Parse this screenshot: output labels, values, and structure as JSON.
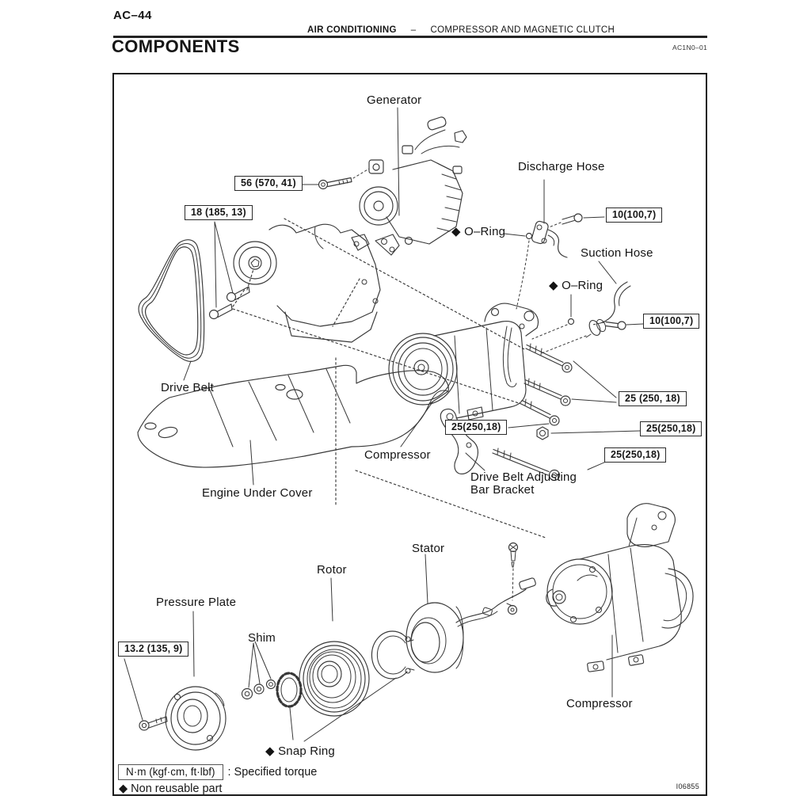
{
  "page": {
    "page_number": "AC–44",
    "header_section": "AIR CONDITIONING",
    "header_dash": "–",
    "header_topic": "COMPRESSOR AND MAGNETIC CLUTCH",
    "doc_code": "AC1N0–01",
    "title": "COMPONENTS",
    "figure_code": "I06855",
    "ink_color": "#1a1a1a",
    "paper_color": "#ffffff"
  },
  "labels": [
    {
      "id": "generator",
      "text": "Generator"
    },
    {
      "id": "discharge-hose",
      "text": "Discharge Hose"
    },
    {
      "id": "o-ring-1",
      "text": "◆ O–Ring"
    },
    {
      "id": "suction-hose",
      "text": "Suction Hose"
    },
    {
      "id": "o-ring-2",
      "text": "◆ O–Ring"
    },
    {
      "id": "drive-belt",
      "text": "Drive Belt"
    },
    {
      "id": "compressor-top",
      "text": "Compressor"
    },
    {
      "id": "engine-under-cover",
      "text": "Engine Under Cover"
    },
    {
      "id": "adjusting-bar-bracket",
      "text": "Drive Belt Adjusting\nBar Bracket"
    },
    {
      "id": "stator",
      "text": "Stator"
    },
    {
      "id": "rotor",
      "text": "Rotor"
    },
    {
      "id": "pressure-plate",
      "text": "Pressure Plate"
    },
    {
      "id": "shim",
      "text": "Shim"
    },
    {
      "id": "snap-ring",
      "text": "◆ Snap Ring"
    },
    {
      "id": "compressor-bottom",
      "text": "Compressor"
    }
  ],
  "torque_boxes": [
    {
      "id": "generator-bolt",
      "text": "56 (570, 41)"
    },
    {
      "id": "idler-pulley-bolts",
      "text": "18 (185, 13)"
    },
    {
      "id": "discharge-hose-bolt",
      "text": "10(100,7)"
    },
    {
      "id": "suction-hose-bolt",
      "text": "10(100,7)"
    },
    {
      "id": "compressor-bolts-upper",
      "text": "25 (250, 18)"
    },
    {
      "id": "compressor-bolt-lower",
      "text": "25(250,18)"
    },
    {
      "id": "adjusting-nut",
      "text": "25(250,18)"
    },
    {
      "id": "adjusting-bolt",
      "text": "25(250,18)"
    },
    {
      "id": "pressure-plate-bolt",
      "text": "13.2 (135, 9)"
    }
  ],
  "legend": {
    "torque_unit": "N·m (kgf·cm, ft·lbf)",
    "torque_suffix": ": Specified torque",
    "non_reusable": "◆ Non reusable part"
  }
}
